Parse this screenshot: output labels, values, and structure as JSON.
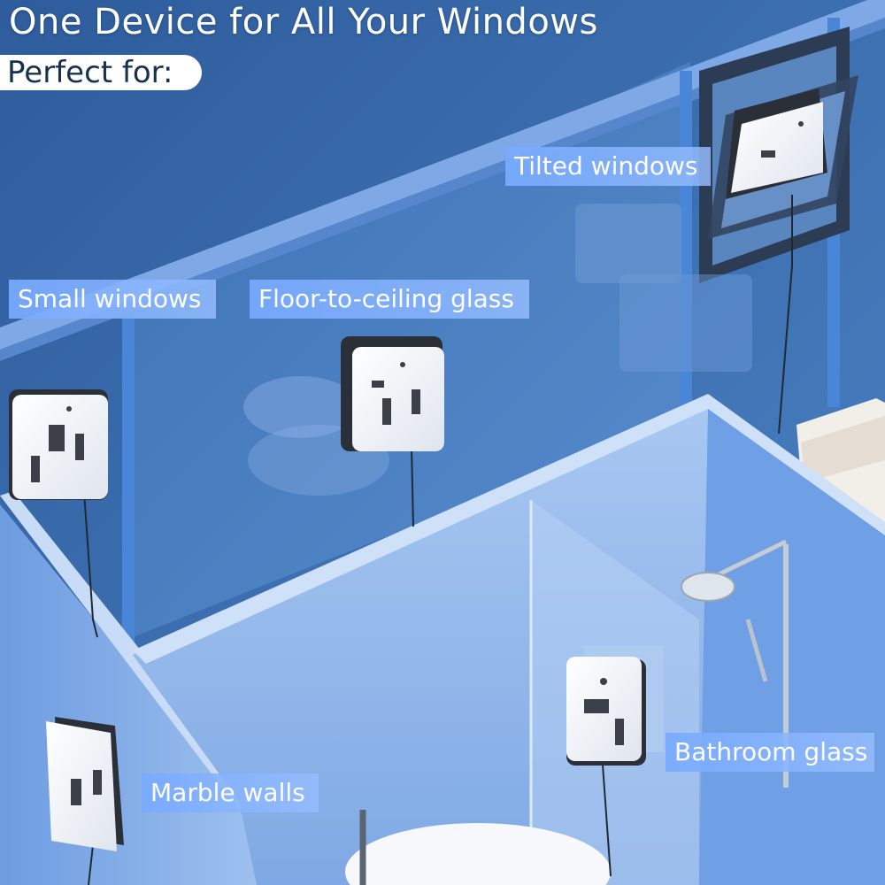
{
  "header": {
    "title": "One Device for All Your Windows",
    "subtitle": "Perfect for:"
  },
  "labels": {
    "tilted": "Tilted windows",
    "small": "Small windows",
    "floor": "Floor-to-ceiling glass",
    "bathroom": "Bathroom glass",
    "marble": "Marble walls"
  },
  "colors": {
    "wall_dark": "#2f5f9e",
    "wall_light": "#8fb6ec",
    "label_bg": "#7aa9ff",
    "device_body": "#f3f5f8"
  }
}
